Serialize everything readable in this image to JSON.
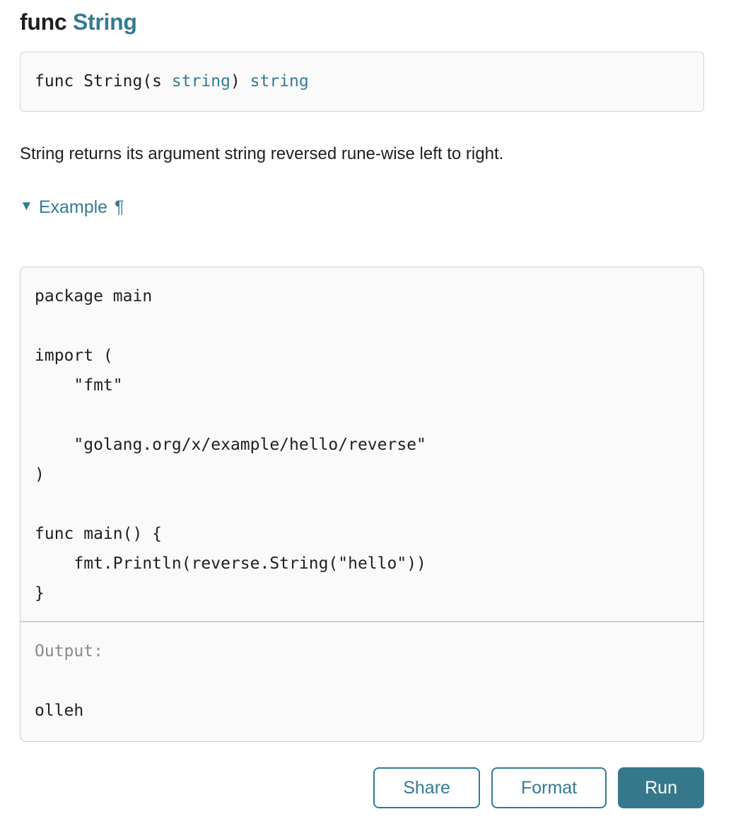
{
  "accent_color": "#337b94",
  "heading": {
    "keyword": "func",
    "name": "String"
  },
  "declaration": {
    "prefix": "func String(s ",
    "param_type": "string",
    "separator": ") ",
    "return_type": "string"
  },
  "doc": {
    "description": "String returns its argument string reversed rune-wise left to right."
  },
  "example": {
    "toggle_icon": "▼",
    "label": "Example",
    "anchor_icon": "¶"
  },
  "playground": {
    "code": "package main\n\nimport (\n    \"fmt\"\n\n    \"golang.org/x/example/hello/reverse\"\n)\n\nfunc main() {\n    fmt.Println(reverse.String(\"hello\"))\n}",
    "output_label": "Output:",
    "output_value": "olleh"
  },
  "buttons": {
    "share": "Share",
    "format": "Format",
    "run": "Run"
  }
}
